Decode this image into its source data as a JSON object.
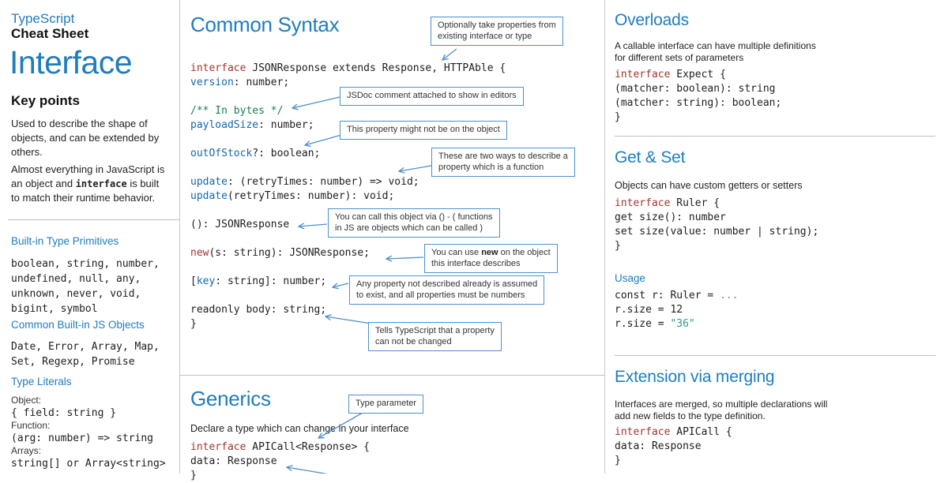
{
  "colors": {
    "accent": "#207dbd",
    "keyword": "#9e352f",
    "property": "#1368ad",
    "comment": "#177e4d",
    "string": "#2b968c",
    "callout_border": "#4e90cc"
  },
  "sidebar": {
    "brand_top": "TypeScript",
    "brand_bottom": "Cheat Sheet",
    "title": "Interface",
    "key_points_heading": "Key points",
    "key_points_para1": "Used to describe the shape of\nobjects, and can be extended by\nothers.",
    "key_points_para2_before": "Almost everything in JavaScript is\nan object and ",
    "key_points_para2_code": "interface",
    "key_points_para2_after": " is built\nto match their runtime behavior.",
    "primitives_heading": "Built-in Type Primitives",
    "primitives_code": "boolean, string, number,\nundefined, null, any,\nunknown, never, void,\nbigint, symbol",
    "js_objects_heading": "Common Built-in JS Objects",
    "js_objects_code": "Date, Error, Array, Map,\nSet, Regexp, Promise",
    "type_literals_heading": "Type Literals",
    "type_literals": [
      {
        "label": "Object:",
        "code": "{ field: string }"
      },
      {
        "label": "Function:",
        "code": "(arg: number) => string"
      },
      {
        "label": "Arrays:",
        "code": "string[] or Array<string>"
      }
    ]
  },
  "common_syntax": {
    "heading": "Common Syntax",
    "code": [
      [
        {
          "c": "kw",
          "t": "interface"
        },
        {
          "t": " JSONResponse extends Response, HTTPAble {"
        }
      ],
      [
        {
          "t": "  "
        },
        {
          "c": "prop",
          "t": "version"
        },
        {
          "t": ": number;"
        }
      ],
      [],
      [
        {
          "t": "  "
        },
        {
          "c": "com",
          "t": "/** In bytes */"
        }
      ],
      [
        {
          "t": "  "
        },
        {
          "c": "prop",
          "t": "payloadSize"
        },
        {
          "t": ": number;"
        }
      ],
      [],
      [
        {
          "t": "  "
        },
        {
          "c": "prop",
          "t": "outOfStock"
        },
        {
          "t": "?: boolean;"
        }
      ],
      [],
      [
        {
          "t": "  "
        },
        {
          "c": "prop",
          "t": "update"
        },
        {
          "t": ": (retryTimes: number) => void;"
        }
      ],
      [
        {
          "t": "  "
        },
        {
          "c": "prop",
          "t": "update"
        },
        {
          "t": "(retryTimes: number): void;"
        }
      ],
      [],
      [
        {
          "t": "  (): JSONResponse"
        }
      ],
      [],
      [
        {
          "t": "  "
        },
        {
          "c": "kw",
          "t": "new"
        },
        {
          "t": "(s: string): JSONResponse;"
        }
      ],
      [],
      [
        {
          "t": "  ["
        },
        {
          "c": "prop",
          "t": "key"
        },
        {
          "t": ": string]: number;"
        }
      ],
      [],
      [
        {
          "t": "  readonly body: string;"
        }
      ],
      [
        {
          "t": "}"
        }
      ]
    ],
    "callouts": {
      "extends_note": "Optionally take properties from\nexisting interface or type",
      "jsdoc": "JSDoc comment attached to show in editors",
      "optional": "This property might not be on the object",
      "function_two_ways": "These are two ways to describe a\nproperty which is a function",
      "callable": "You can call this object via () - ( functions\nin JS are objects which can be called )",
      "new_before": "You can use ",
      "new_bold": "new",
      "new_after": " on the object\nthis interface describes",
      "index_signature": "Any property not described already is assumed\nto exist, and all properties must be numbers",
      "readonly_note": "Tells TypeScript that a property\ncan not be changed"
    }
  },
  "generics": {
    "heading": "Generics",
    "description": "Declare a type which can change in your interface",
    "type_parameter_callout": "Type parameter",
    "code": [
      [
        {
          "c": "kw",
          "t": "interface"
        },
        {
          "t": " APICall<Response> {"
        }
      ],
      [
        {
          "t": "  data: Response"
        }
      ],
      [
        {
          "t": "}"
        }
      ]
    ]
  },
  "overloads": {
    "heading": "Overloads",
    "description": "A callable interface can have multiple definitions\nfor different sets of parameters",
    "code": [
      [
        {
          "c": "kw",
          "t": "interface"
        },
        {
          "t": " Expect {"
        }
      ],
      [
        {
          "t": "    (matcher: boolean): string"
        }
      ],
      [
        {
          "t": "    (matcher: string): boolean;"
        }
      ],
      [
        {
          "t": "}"
        }
      ]
    ]
  },
  "get_set": {
    "heading": "Get & Set",
    "description": "Objects can have custom getters or setters",
    "code": [
      [
        {
          "c": "kw",
          "t": "interface"
        },
        {
          "t": " Ruler {"
        }
      ],
      [
        {
          "t": "    get size(): number"
        }
      ],
      [
        {
          "t": "    set size(value: number | string);"
        }
      ],
      [
        {
          "t": "}"
        }
      ]
    ],
    "usage_heading": "Usage",
    "usage_code": [
      [
        {
          "t": "const r: Ruler = "
        },
        {
          "c": "dim",
          "t": "..."
        }
      ],
      [
        {
          "t": "r.size = 12"
        }
      ],
      [
        {
          "t": "r.size = "
        },
        {
          "c": "str",
          "t": "\"36\""
        }
      ]
    ]
  },
  "extension": {
    "heading": "Extension via merging",
    "description": "Interfaces are merged, so multiple declarations will\nadd new fields to the type definition.",
    "code": [
      [
        {
          "c": "kw",
          "t": "interface"
        },
        {
          "t": " APICall {"
        }
      ],
      [
        {
          "t": "  data: Response"
        }
      ],
      [
        {
          "t": "}"
        }
      ]
    ]
  }
}
